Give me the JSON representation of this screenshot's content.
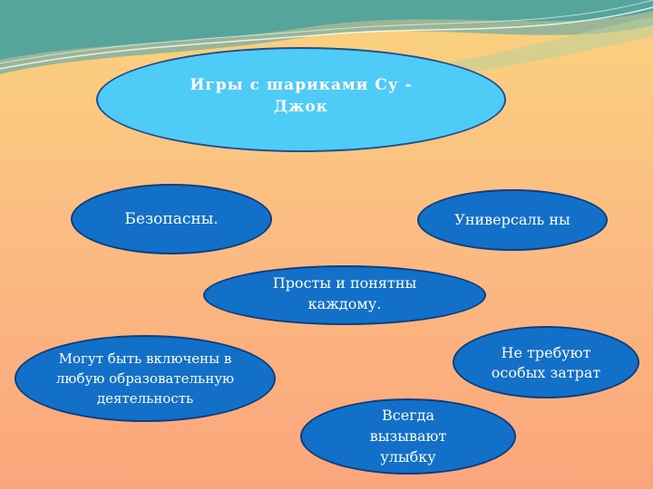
{
  "title": "Игры с шариками Су - Джок",
  "items": [
    "Безопасны.",
    "Универсаль ны",
    "Просты и понятны каждому.",
    "Могут быть включены в любую образовательную деятельность",
    "Не требуют особых затрат",
    "Всегда вызывают улыбку"
  ],
  "colors": {
    "title_fill": "#4fcbf7",
    "item_fill": "#1270c8",
    "outline": "#0d3f7e",
    "background_top": "#f9d37e",
    "background_bottom": "#fba57c",
    "wave": "#4aa6a0"
  }
}
